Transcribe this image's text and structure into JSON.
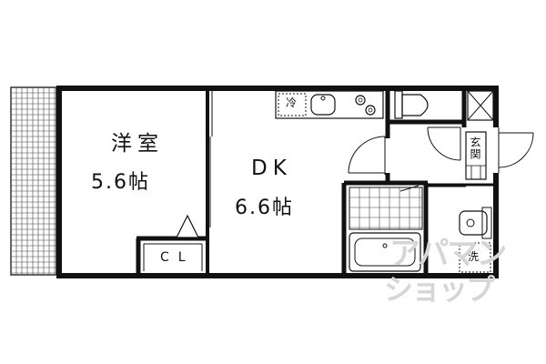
{
  "rooms": {
    "western_room": {
      "name": "洋室",
      "size": "5.6帖"
    },
    "dk": {
      "name": "DK",
      "size": "6.6帖"
    },
    "closet": "CL",
    "entrance": "玄関",
    "washer": "洗",
    "fridge": "冷"
  },
  "watermark": {
    "line1": "アパマン",
    "line2": "ショップ"
  },
  "colors": {
    "wall": "#111111",
    "grid": "#333333",
    "watermark": "#d6d6d6"
  }
}
